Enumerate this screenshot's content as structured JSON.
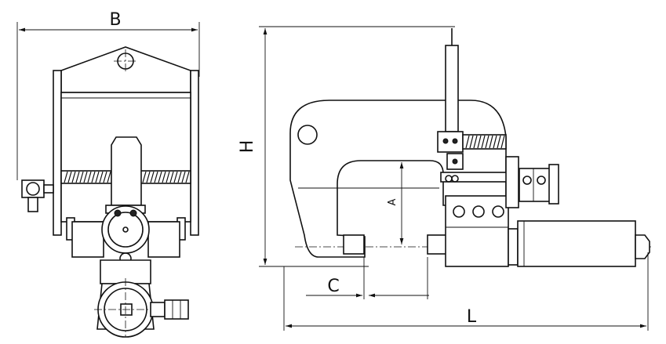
{
  "dimensions": {
    "width_label": "B",
    "height_label": "H",
    "throat_height_label": "A",
    "throat_depth_label": "C",
    "length_label": "L"
  }
}
